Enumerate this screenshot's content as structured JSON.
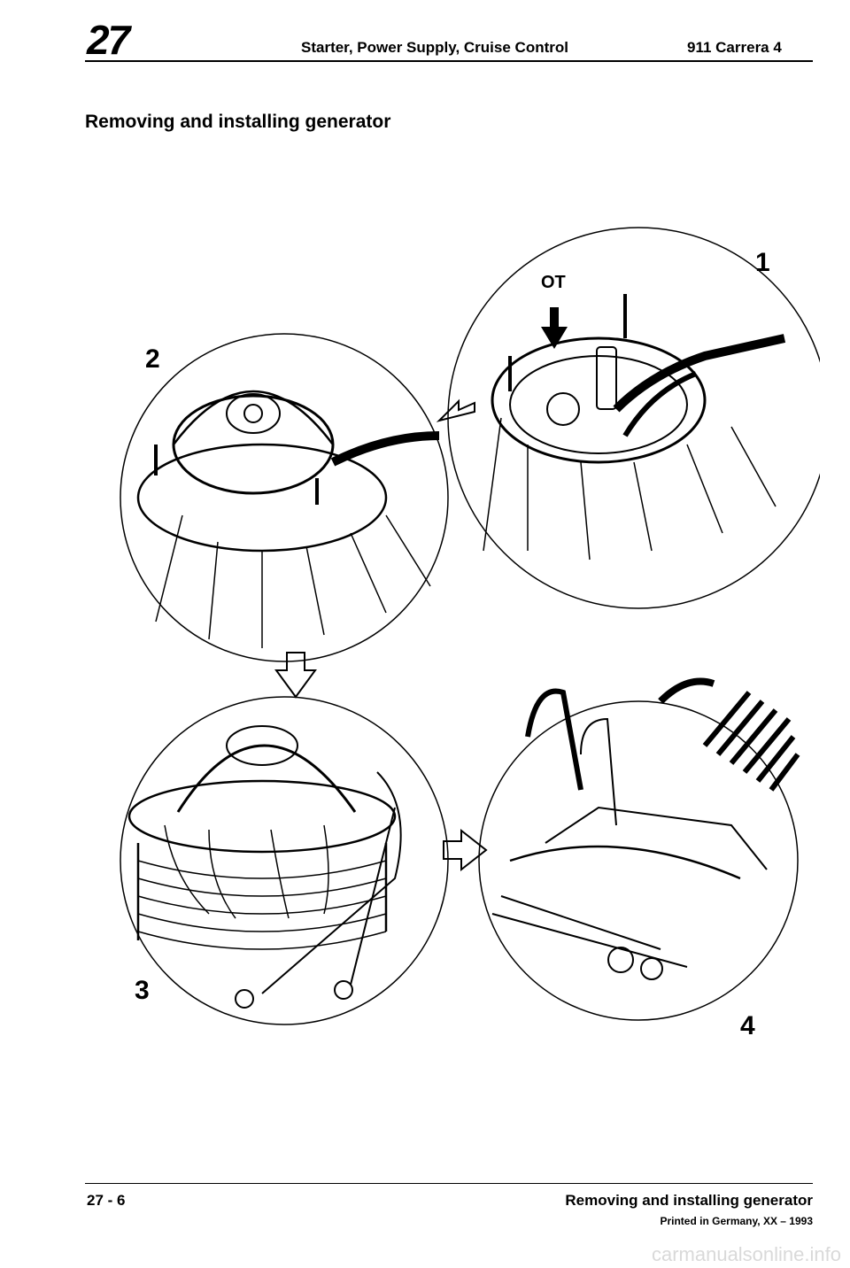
{
  "header": {
    "chapter_number": "27",
    "section_title": "Starter, Power Supply, Cruise Control",
    "model": "911 Carrera 4"
  },
  "page_title": "Removing and installing generator",
  "figure": {
    "callouts": [
      "1",
      "2",
      "3",
      "4"
    ],
    "label_ot": "OT"
  },
  "footer": {
    "page_number": "27 - 6",
    "title": "Removing and installing generator",
    "printed": "Printed in Germany, XX – 1993"
  },
  "watermark": "carmanualsonline.info"
}
